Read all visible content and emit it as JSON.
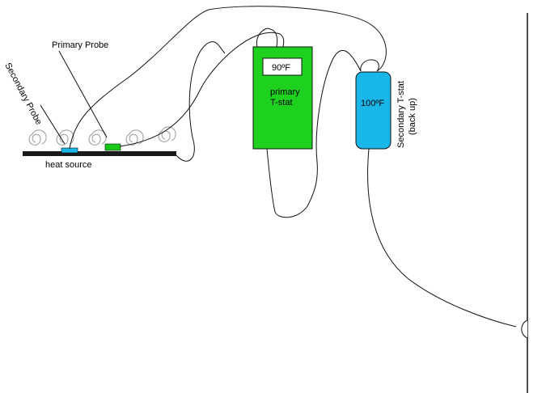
{
  "labels": {
    "primary_probe": "Primary Probe",
    "secondary_probe": "Secondary Probe",
    "heat_source": "heat source",
    "primary_tstat_line1": "primary",
    "primary_tstat_line2": "T-stat",
    "secondary_tstat_line1": "Secondary T-stat",
    "secondary_tstat_line2": "(back up)"
  },
  "displays": {
    "primary_setpoint": "90ºF",
    "secondary_setpoint": "100ºF"
  },
  "colors": {
    "primary_tstat": "#1fd11f",
    "secondary_tstat": "#19b6e8",
    "primary_probe": "#18c918",
    "secondary_probe": "#19b6e8",
    "heat_source_bar": "#1a1a1a",
    "wire": "#111111",
    "heat_swirl": "#9a9a9a"
  }
}
